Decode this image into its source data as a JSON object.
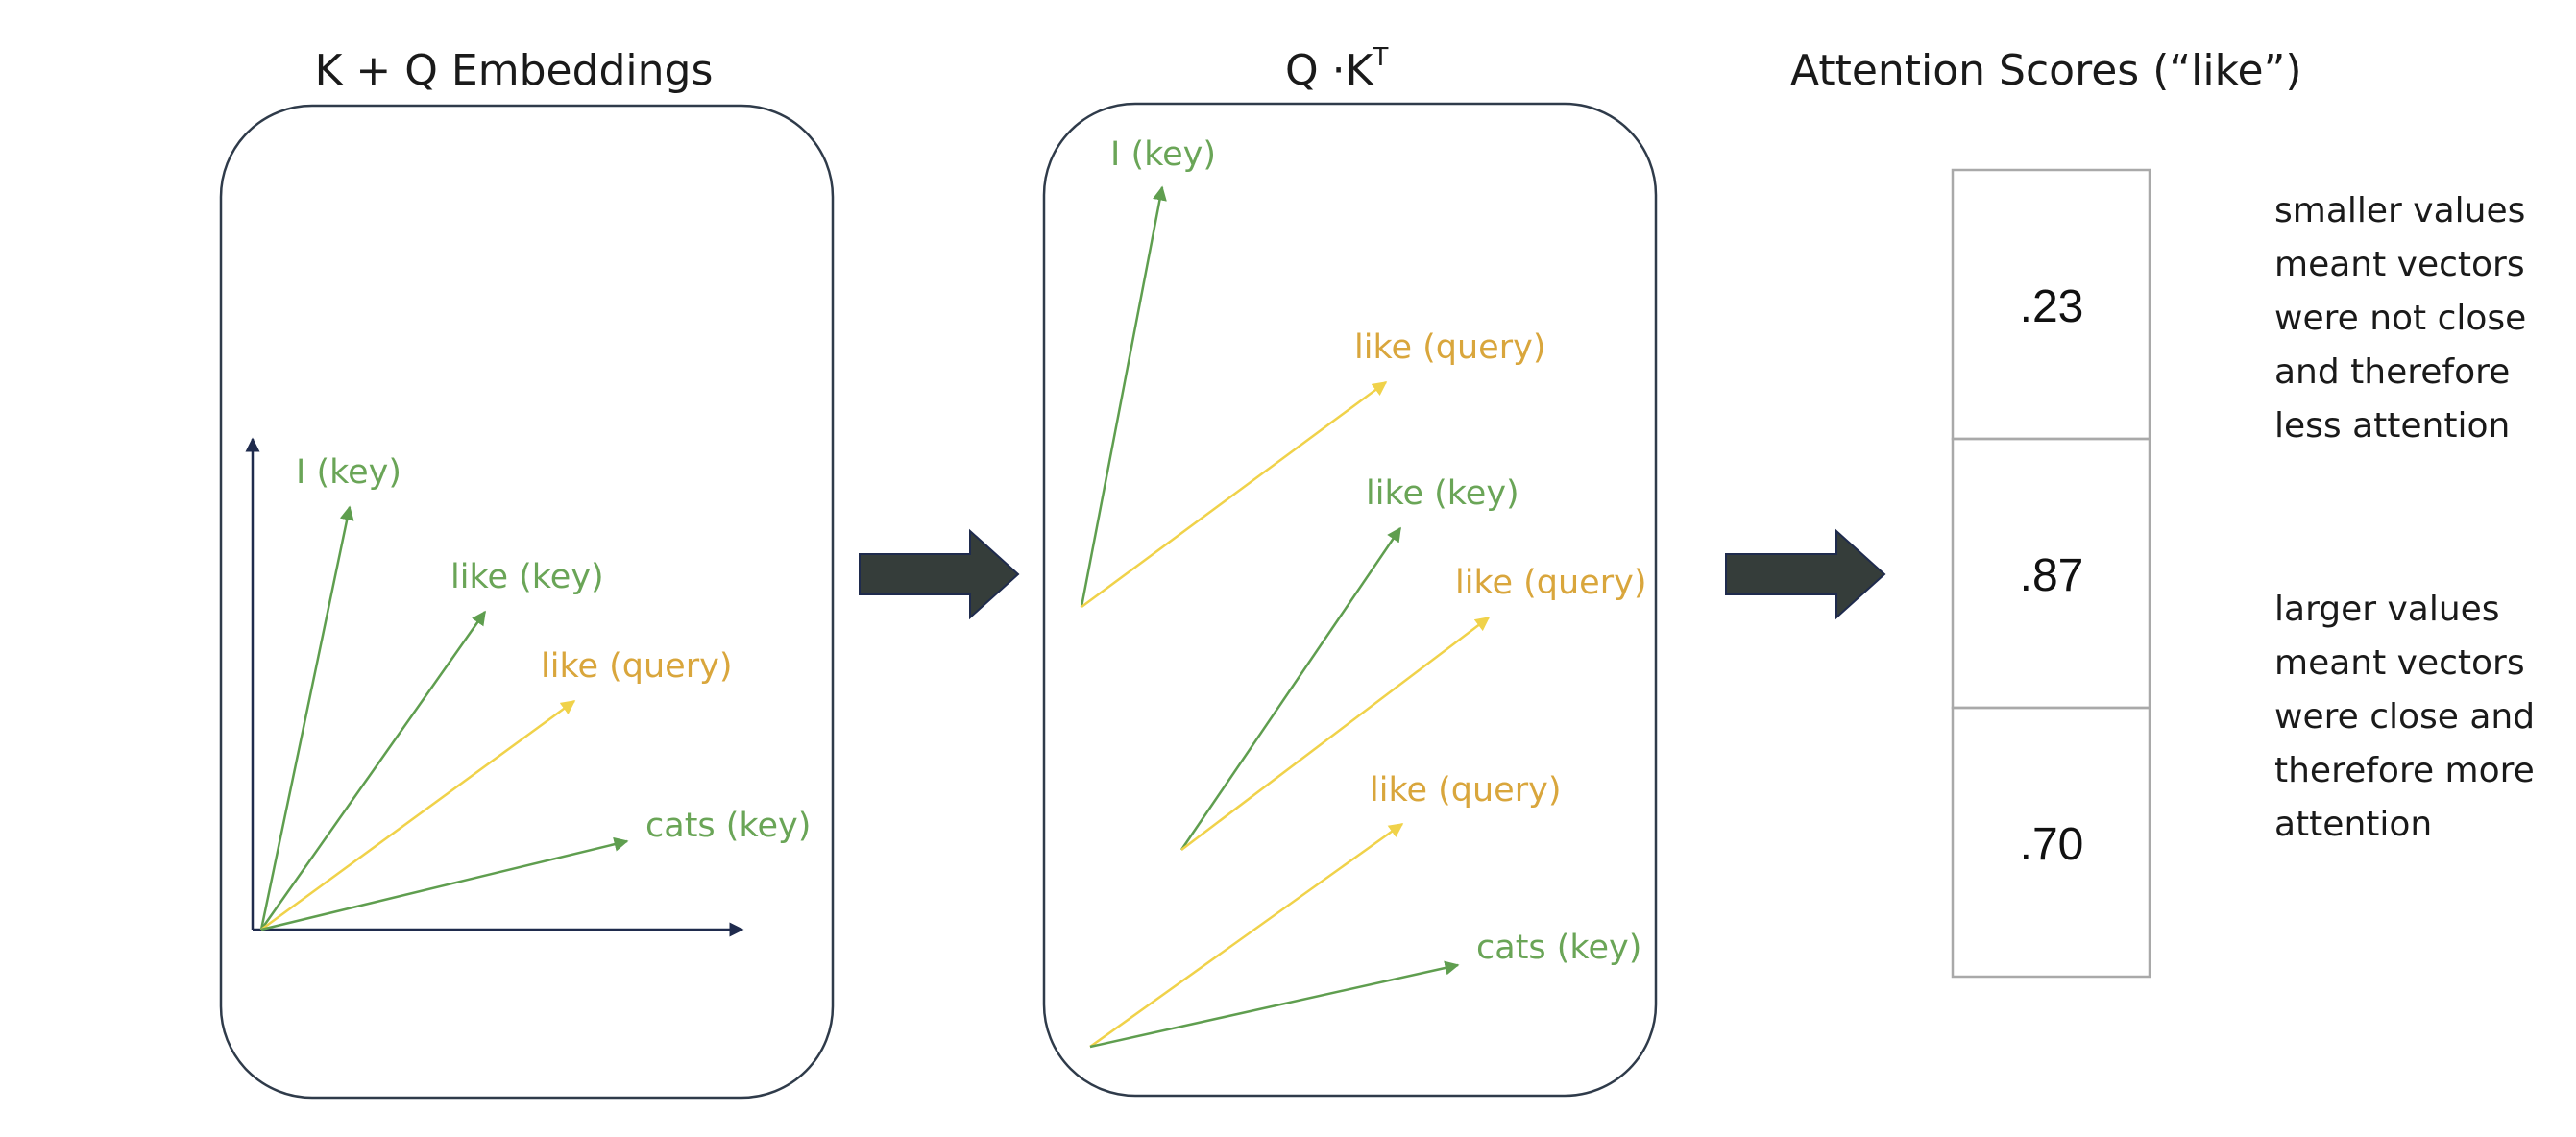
{
  "colors": {
    "key": "#5f9e4f",
    "key_label": "#6aa557",
    "query": "#f0d24a",
    "query_label": "#d9a63c",
    "axis": "#1f2b4d",
    "panel_border": "#2f3b4a",
    "arrow_fill": "#353d3a",
    "cell_border": "#a9a9a9"
  },
  "panels": {
    "embeddings": {
      "title": "K + Q Embeddings",
      "labels": {
        "i_key": "I (key)",
        "like_key": "like (key)",
        "like_query": "like (query)",
        "cats_key": "cats (key)"
      }
    },
    "dot_product": {
      "title_main": "Q ·K",
      "title_sup": "T",
      "labels": {
        "i_key": "I (key)",
        "like_query_1": "like (query)",
        "like_key": "like (key)",
        "like_query_2": "like (query)",
        "like_query_3": "like (query)",
        "cats_key": "cats (key)"
      }
    },
    "scores": {
      "title": "Attention Scores (“like”)",
      "values": [
        ".23",
        ".87",
        ".70"
      ]
    }
  },
  "notes": {
    "smaller": [
      "smaller values",
      "meant vectors",
      "were not close",
      "and therefore",
      "less attention"
    ],
    "larger": [
      "larger values",
      "meant vectors",
      "were close and",
      "therefore more",
      "attention"
    ]
  }
}
